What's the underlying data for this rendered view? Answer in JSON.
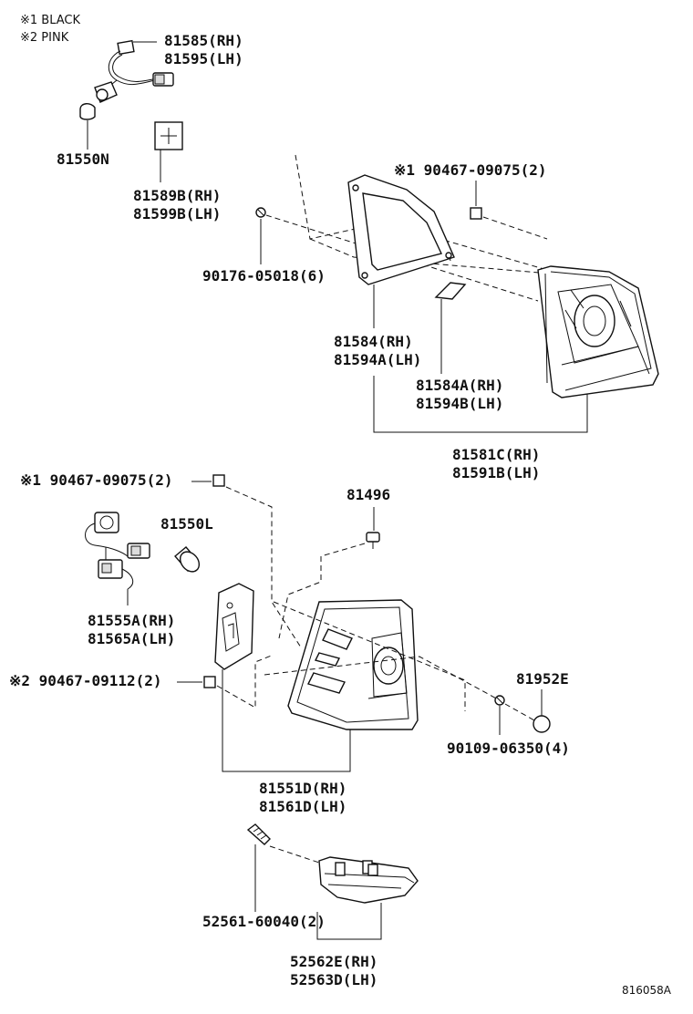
{
  "legend": {
    "note1": "※1 BLACK",
    "note2": "※2 PINK"
  },
  "labels": {
    "p81585": "81585(RH)",
    "p81595": "81595(LH)",
    "p81550N": "81550N",
    "p81589B": "81589B(RH)",
    "p81599B": "81599B(LH)",
    "p90467_09075_top": "※1 90467-09075(2)",
    "p90176": "90176-05018(6)",
    "p81584": "81584(RH)",
    "p81594A": "81594A(LH)",
    "p81584A": "81584A(RH)",
    "p81594B": "81594B(LH)",
    "p81581C": "81581C(RH)",
    "p81591B": "81591B(LH)",
    "p90467_09075_mid": "※1 90467-09075(2)",
    "p81496": "81496",
    "p81550L": "81550L",
    "p81555A": "81555A(RH)",
    "p81565A": "81565A(LH)",
    "p90467_09112": "※2 90467-09112(2)",
    "p81952E": "81952E",
    "p90109": "90109-06350(4)",
    "p81551D": "81551D(RH)",
    "p81561D": "81561D(LH)",
    "p52561": "52561-60040(2)",
    "p52562E": "52562E(RH)",
    "p52563D": "52563D(LH)"
  },
  "footer": {
    "ref_code": "816058A"
  }
}
